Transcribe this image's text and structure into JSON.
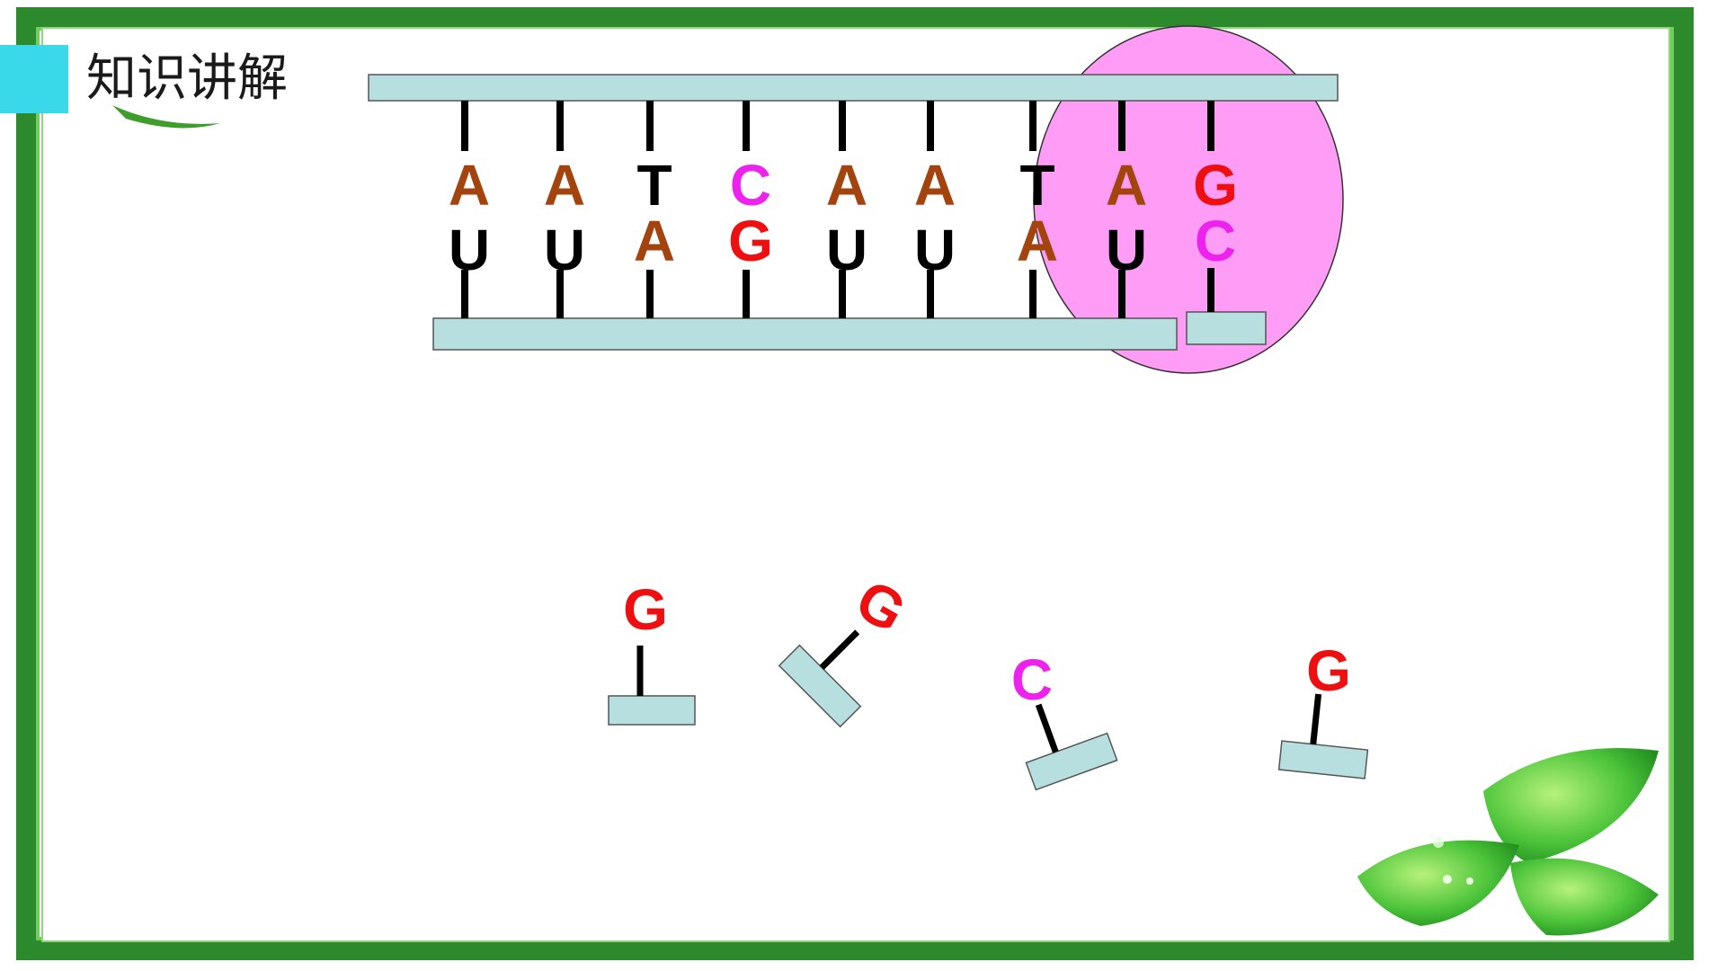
{
  "header": {
    "title": "知识讲解"
  },
  "colors": {
    "frame": "#2d8a2c",
    "accent": "#3ad9ea",
    "backbone": "#b8dfe0",
    "brown": "#a3440f",
    "red": "#ee1010",
    "magenta": "#ee22ee",
    "black": "#000000",
    "highlight": "#ff9cf6"
  },
  "dna_strand": {
    "top_bases": [
      {
        "letter": "A",
        "color": "brown"
      },
      {
        "letter": "A",
        "color": "brown"
      },
      {
        "letter": "T",
        "color": "black"
      },
      {
        "letter": "C",
        "color": "magenta"
      },
      {
        "letter": "A",
        "color": "brown"
      },
      {
        "letter": "A",
        "color": "brown"
      },
      {
        "letter": "T",
        "color": "black"
      },
      {
        "letter": "A",
        "color": "brown"
      },
      {
        "letter": "G",
        "color": "red"
      }
    ],
    "bottom_bases": [
      {
        "letter": "U",
        "color": "black"
      },
      {
        "letter": "U",
        "color": "black"
      },
      {
        "letter": "A",
        "color": "brown"
      },
      {
        "letter": "G",
        "color": "red"
      },
      {
        "letter": "U",
        "color": "black"
      },
      {
        "letter": "U",
        "color": "black"
      },
      {
        "letter": "A",
        "color": "brown"
      },
      {
        "letter": "U",
        "color": "black"
      },
      {
        "letter": "C",
        "color": "magenta"
      }
    ]
  },
  "free_nucleotides": [
    {
      "letter": "G",
      "color": "red"
    },
    {
      "letter": "G",
      "color": "red"
    },
    {
      "letter": "C",
      "color": "magenta"
    },
    {
      "letter": "G",
      "color": "red"
    }
  ],
  "decorations": {
    "leaf_icon": "leaf-cluster-icon",
    "title_leaf_icon": "leaf-icon"
  }
}
